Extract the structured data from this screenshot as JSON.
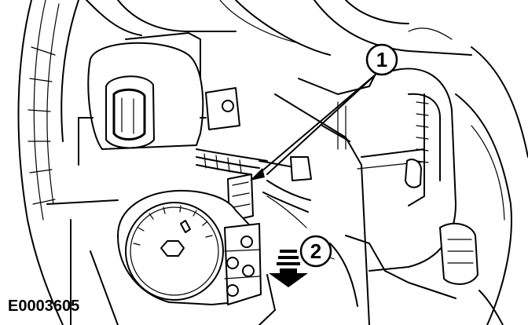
{
  "figure": {
    "id_label": "E0003605",
    "callouts": [
      {
        "number": "1",
        "target": "electrical-connector"
      },
      {
        "number": "2",
        "target": "removal-direction-arrow"
      }
    ]
  }
}
